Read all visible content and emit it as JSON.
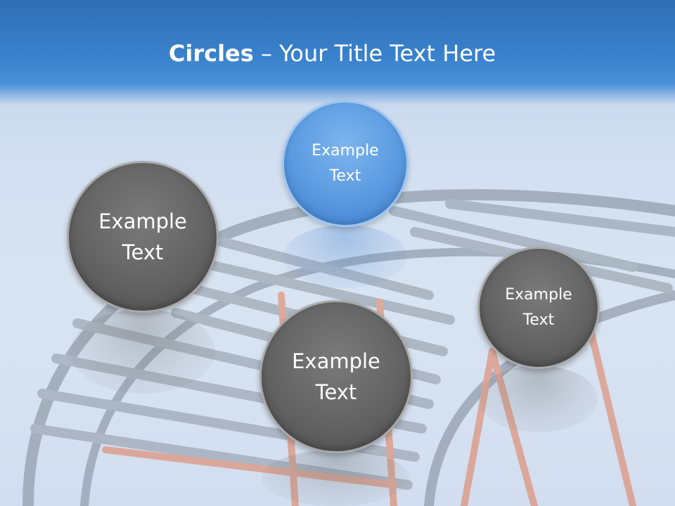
{
  "slide": {
    "title_bold": "Circles",
    "title_rest": " – Your Title Text Here",
    "background_image": "faded-steel-framework-photo"
  },
  "circles": [
    {
      "label": "Example\nText",
      "color": "#6a6a6a"
    },
    {
      "label": "Example\nText",
      "color": "#5a9ae0"
    },
    {
      "label": "Example\nText",
      "color": "#6a6a6a"
    },
    {
      "label": "Example\nText",
      "color": "#6a6a6a"
    }
  ],
  "colors": {
    "header": "#3a82cd",
    "background": "#d3e0f1",
    "gray_circle": "#6a6a6a",
    "blue_circle": "#5a9ae0",
    "frame_orange": "#e07a55"
  }
}
